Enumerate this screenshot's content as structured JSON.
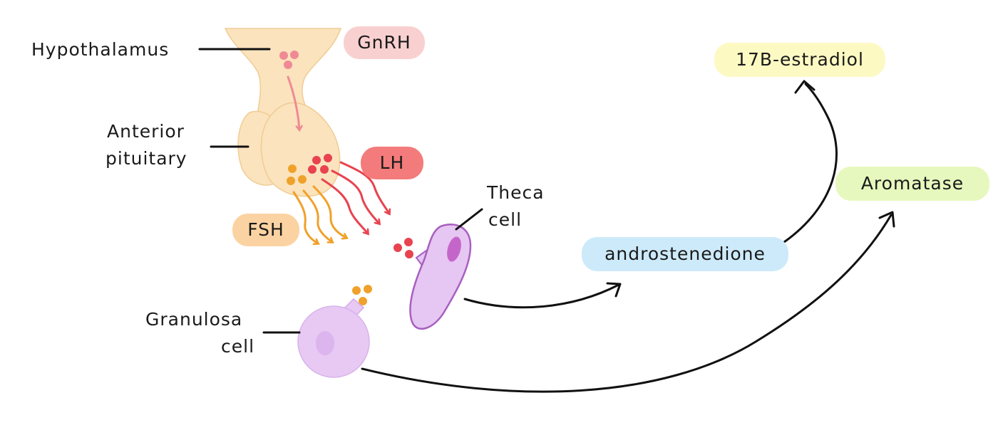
{
  "labels": {
    "hypothalamus": "Hypothalamus",
    "anterior_line1": "Anterior",
    "anterior_line2": "pituitary",
    "theca_line1": "Theca",
    "theca_line2": "cell",
    "granulosa_line1": "Granulosa",
    "granulosa_line2": "cell"
  },
  "pills": {
    "gnrh": "GnRH",
    "lh": "LH",
    "fsh": "FSH",
    "androstenedione": "androstenedione",
    "estradiol": "17B-estradiol",
    "aromatase": "Aromatase"
  },
  "colors": {
    "gland": "#fbe3bd",
    "gland_stroke": "#f0cc94",
    "gnrh_pill": "#f9d0d0",
    "gnrh_dot": "#ef8a95",
    "lh_pill": "#f47b7b",
    "lh_dot": "#e8434f",
    "fsh_pill": "#fbd3a2",
    "fsh_dot": "#f0a12a",
    "cell_fill": "#e6c6f2",
    "cell_stroke": "#a85fc0",
    "nucleus": "#c466c9",
    "granulosa_fill": "#e7c9f4",
    "granulosa_nucleus": "#dcb4ee",
    "andro_pill": "#cdeafa",
    "estradiol_pill": "#fdf9c3",
    "aromatase_pill": "#e6f8bd",
    "arrow": "#111111"
  }
}
